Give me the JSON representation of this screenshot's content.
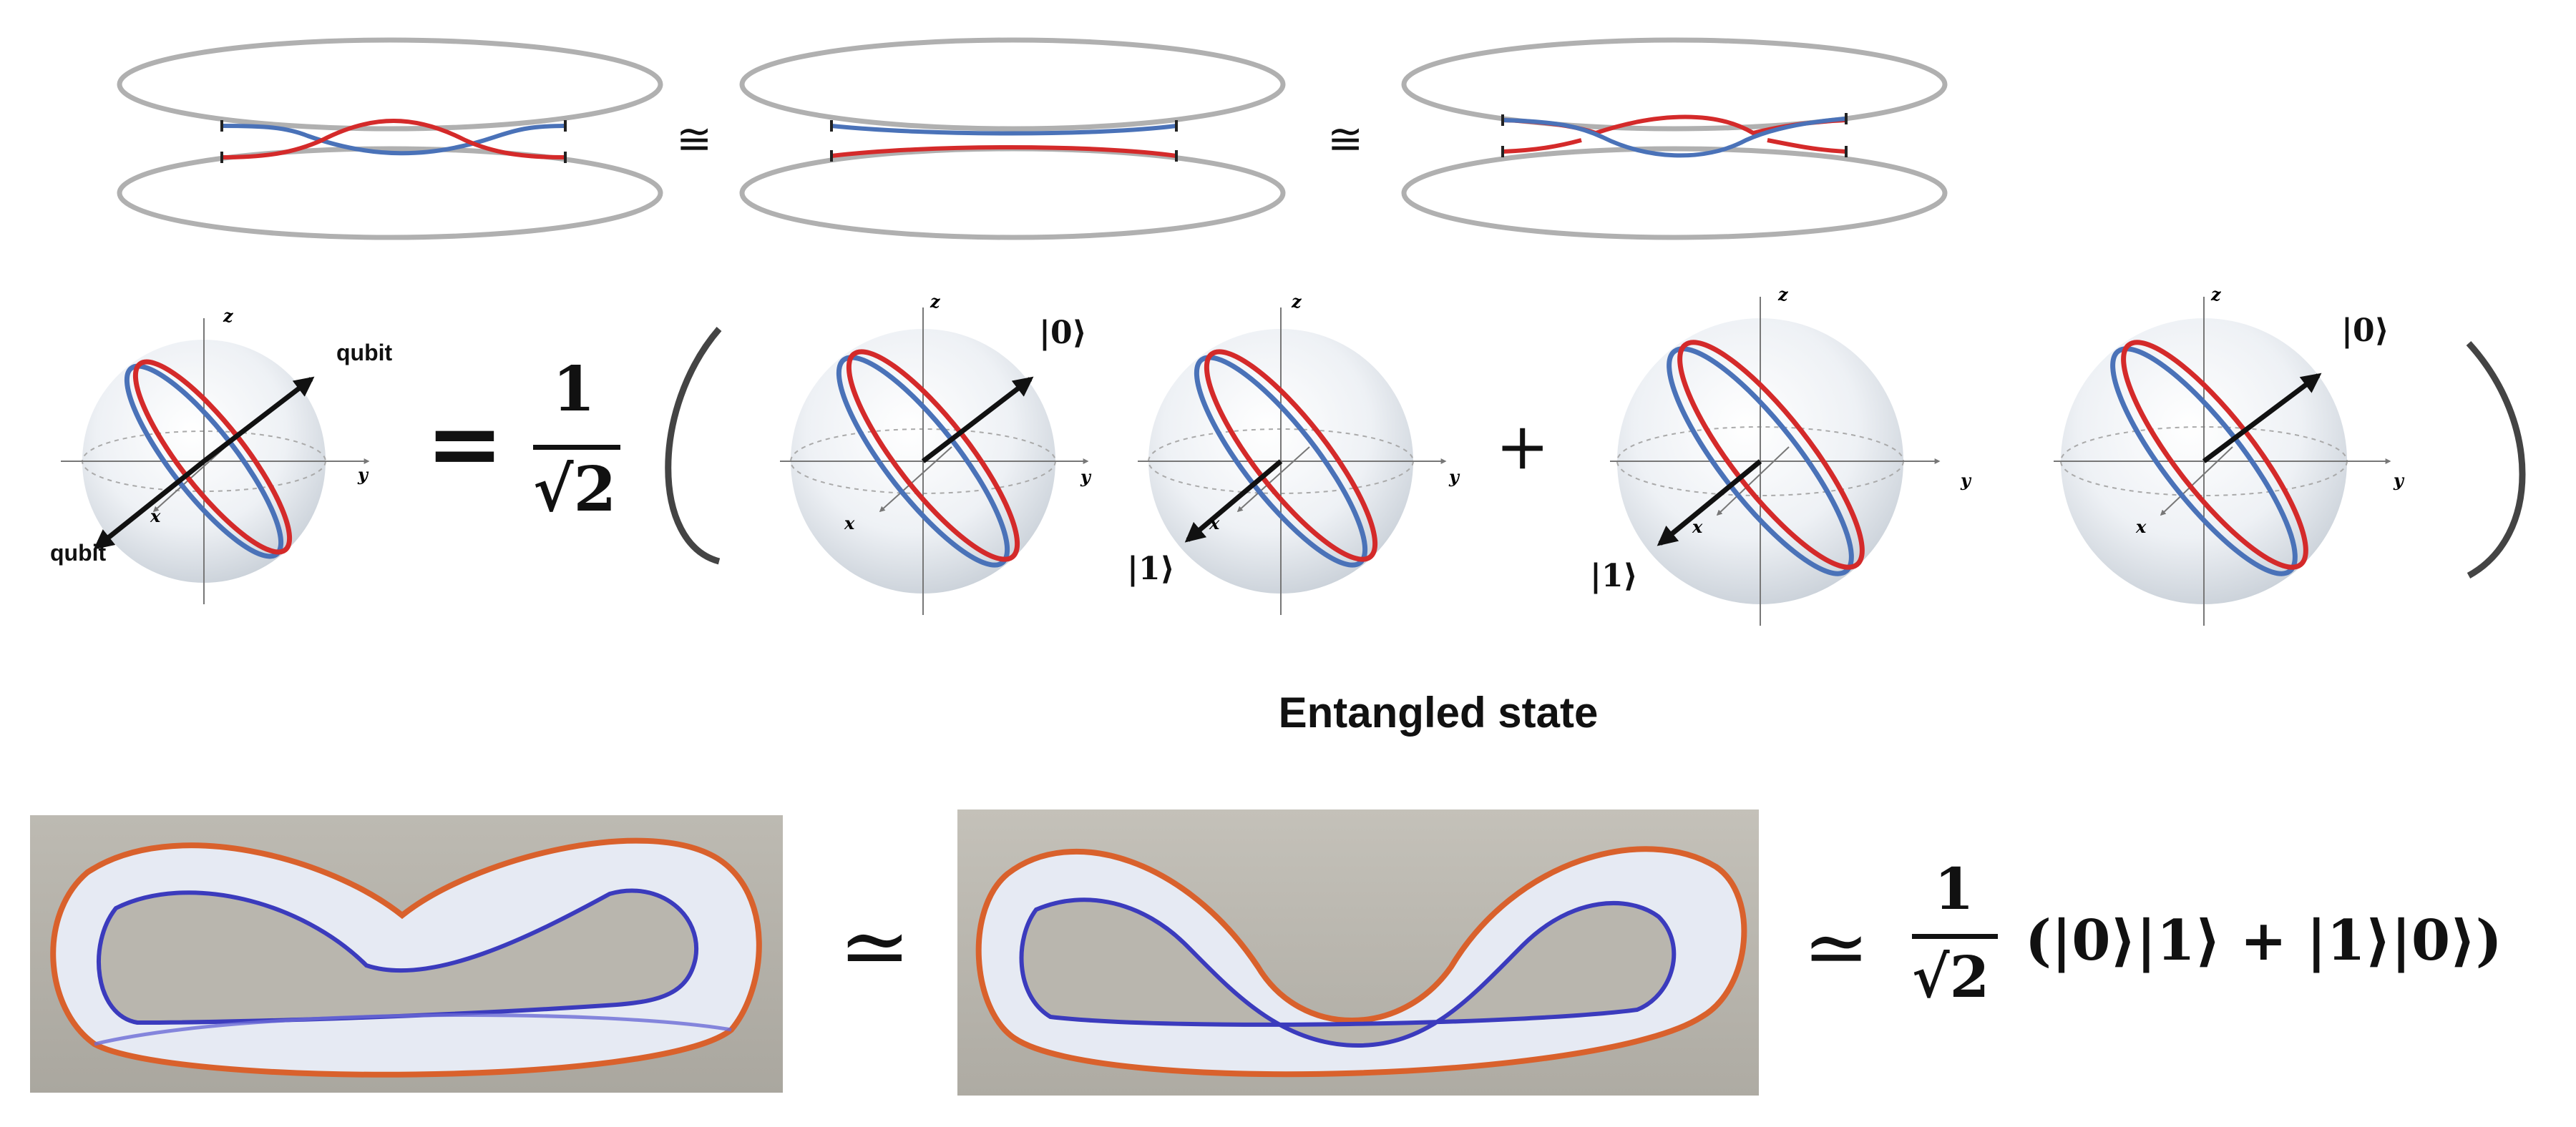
{
  "top_row": {
    "congruent_symbols": [
      "≅",
      "≅"
    ]
  },
  "middle_row": {
    "axis_labels": {
      "x": "x",
      "y": "y",
      "z": "z"
    },
    "qubit_labels": [
      "qubit",
      "qubit"
    ],
    "equals": "=",
    "coefficient": {
      "numerator": "1",
      "radical": "√2"
    },
    "plus": "+",
    "ket_labels": [
      "|0⟩",
      "|1⟩",
      "|1⟩",
      "|0⟩"
    ],
    "caption": "Entangled state"
  },
  "bottom_row": {
    "approx": "≃",
    "result_approx": "≃",
    "result_coefficient": {
      "numerator": "1",
      "radical": "√2"
    },
    "result_state": "(|0⟩|1⟩ + |1⟩|0⟩)"
  },
  "colors": {
    "red_string": "#d42a2a",
    "blue_string": "#4a72b8",
    "ellipse_gray": "#b0b0b0",
    "photo_bg": "#b9b6ae",
    "ribbon": "#e4e8f2"
  }
}
